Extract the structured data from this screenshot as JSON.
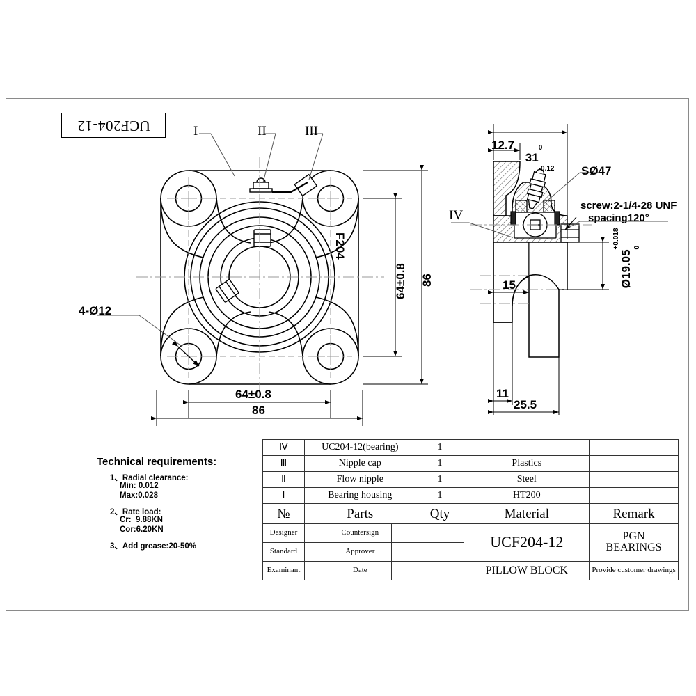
{
  "drawing": {
    "title_label": "UCF204-12",
    "part_marking": "F204"
  },
  "callouts": {
    "item_1": "I",
    "item_2": "II",
    "item_3": "III",
    "item_4": "IV"
  },
  "front_view": {
    "bolt_hole_note": "4-Ø12",
    "dim_width_bolt": "64±0.8",
    "dim_width_overall": "86",
    "dim_height_bolt": "64±0.8",
    "dim_height_overall": "86"
  },
  "side_view": {
    "dim_total_len": "31",
    "dim_total_len_tol_up": "0",
    "dim_total_len_tol_dn": "-0.12",
    "dim_127": "12.7",
    "dim_15": "15",
    "dim_11": "11",
    "dim_255": "25.5",
    "sphere_dia": "SØ47",
    "screw_note_line1": "screw:2-1/4-28 UNF",
    "screw_note_line2": "spacing120°",
    "bore_dia": "Ø19.05",
    "bore_tol_up": "+0.018",
    "bore_tol_dn": "0"
  },
  "technical_requirements": {
    "heading": "Technical requirements:",
    "lines": [
      "1、Radial clearance:",
      "Min: 0.012",
      "Max:0.028",
      "2、Rate load:",
      "Cr:  9.88KN",
      "Cor:6.20KN",
      "3、Add grease:20-50%"
    ]
  },
  "parts_table": {
    "headers": {
      "no": "№",
      "parts": "Parts",
      "qty": "Qty",
      "material": "Material",
      "remark": "Remark"
    },
    "rows": [
      {
        "no": "Ⅳ",
        "parts": "UC204-12(bearing)",
        "qty": "1",
        "material": "",
        "remark": ""
      },
      {
        "no": "Ⅲ",
        "parts": "Nipple cap",
        "qty": "1",
        "material": "Plastics",
        "remark": ""
      },
      {
        "no": "Ⅱ",
        "parts": "Flow nipple",
        "qty": "1",
        "material": "Steel",
        "remark": ""
      },
      {
        "no": "Ⅰ",
        "parts": "Bearing housing",
        "qty": "1",
        "material": "HT200",
        "remark": ""
      }
    ]
  },
  "title_block": {
    "designer_label": "Designer",
    "designer_value": "",
    "countersign_label": "Countersign",
    "countersign_value": "",
    "standard_label": "Standard",
    "standard_value": "",
    "approver_label": "Approver",
    "approver_value": "",
    "examinant_label": "Examinant",
    "examinant_value": "",
    "date_label": "Date",
    "date_value": "",
    "model": "UCF204-12",
    "type": "PILLOW BLOCK",
    "company_line1": "PGN",
    "company_line2": "BEARINGS",
    "remark": "Provide customer drawings"
  },
  "colors": {
    "line": "#000000",
    "frame": "#8a8a8a",
    "background": "#ffffff"
  }
}
